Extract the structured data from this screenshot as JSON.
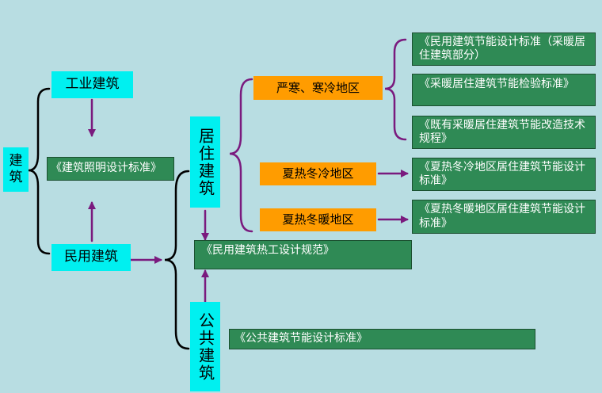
{
  "root": {
    "label": "建筑"
  },
  "industrial": {
    "label": "工业建筑"
  },
  "civil": {
    "label": "民用建筑"
  },
  "residential": {
    "label": "居住建筑"
  },
  "public": {
    "label": "公共建筑"
  },
  "zones": {
    "severe_cold": "严寒、寒冷地区",
    "hot_summer_cold_winter": "夏热冬冷地区",
    "hot_summer_warm_winter": "夏热冬暖地区"
  },
  "standards": {
    "lighting": "《建筑照明设计标准》",
    "heating_residential": "《民用建筑节能设计标准（采暖居住建筑部分）",
    "heating_inspection": "《采暖居住建筑节能检验标准》",
    "existing_retrofit": "《既有采暖居住建筑节能改造技术规程》",
    "hscw_residential": "《夏热冬冷地区居住建筑节能设计标准》",
    "hsww_residential": "《夏热冬暖地区居住建筑节能设计标准》",
    "thermal": "《民用建筑热工设计规范》",
    "public_energy": "《公共建筑节能设计标准》"
  },
  "colors": {
    "background": "#b8dde2",
    "category_box": "#00f0f0",
    "zone_box": "#ff9c00",
    "standard_box": "#2f8a55",
    "connector": "#7a1a7e"
  }
}
